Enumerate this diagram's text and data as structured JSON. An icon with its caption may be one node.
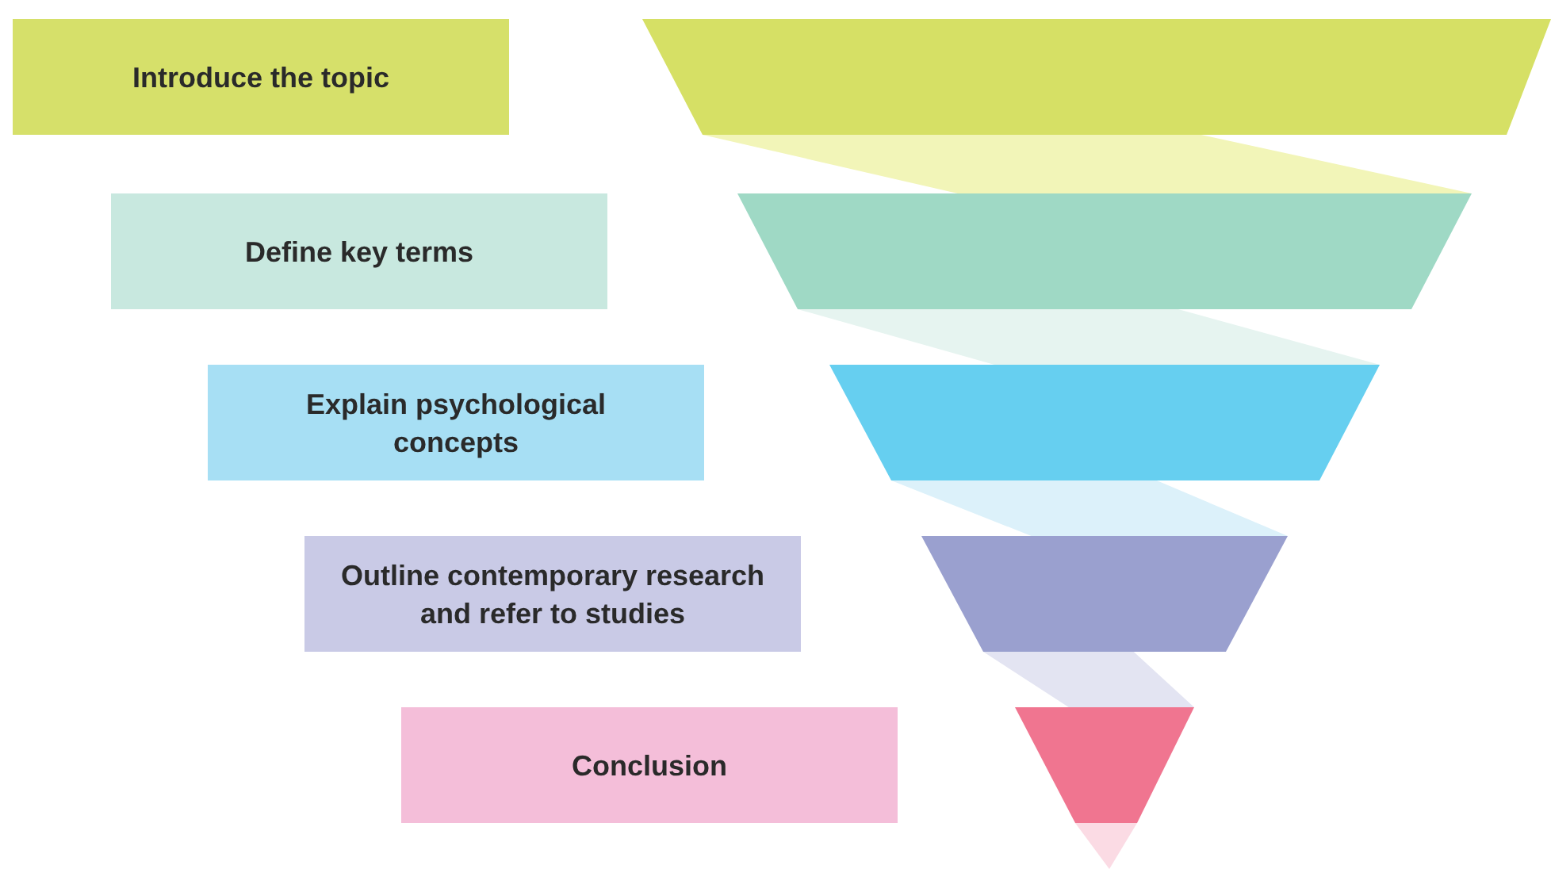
{
  "diagram": {
    "nodes": [
      {
        "text": [
          "Introduce the topic"
        ]
      },
      {
        "text": [
          "Define key terms"
        ]
      },
      {
        "text": [
          "Explain psychological concepts"
        ]
      },
      {
        "text": [
          "Outline contemporary research and refer to studies"
        ]
      },
      {
        "text": [
          "Conclusion"
        ]
      }
    ]
  }
}
